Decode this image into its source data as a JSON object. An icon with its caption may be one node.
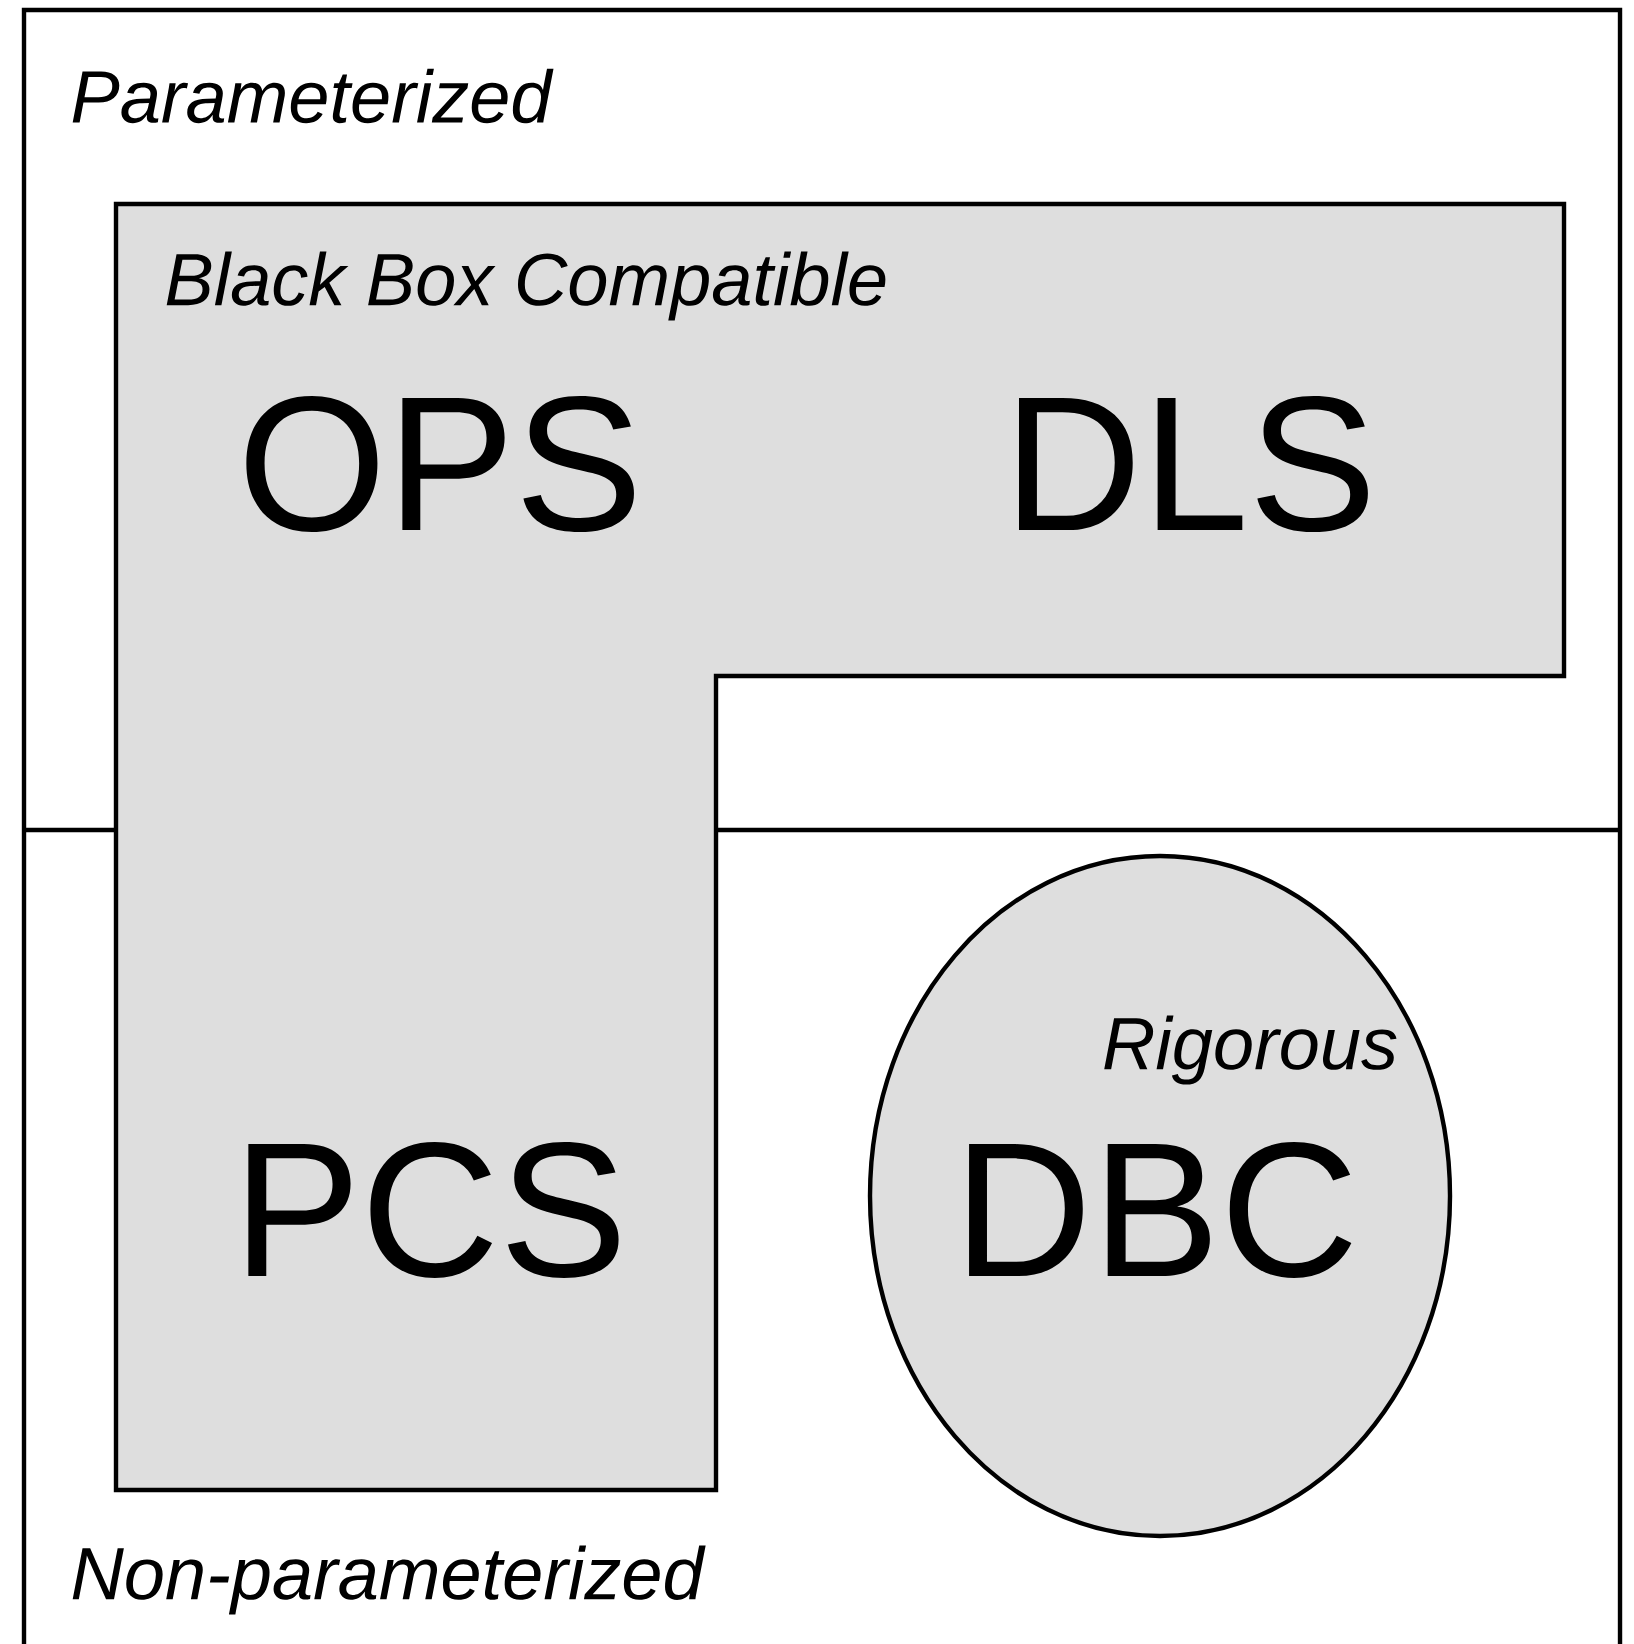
{
  "diagram": {
    "nodes": [
      {
        "text": [
          "Black Box Compatible",
          "OPS",
          "DLS",
          "PCS"
        ]
      },
      {
        "text": [
          "Rigorous",
          "DBC"
        ]
      }
    ],
    "labels": [
      "Parameterized",
      "Non-parameterized"
    ]
  }
}
